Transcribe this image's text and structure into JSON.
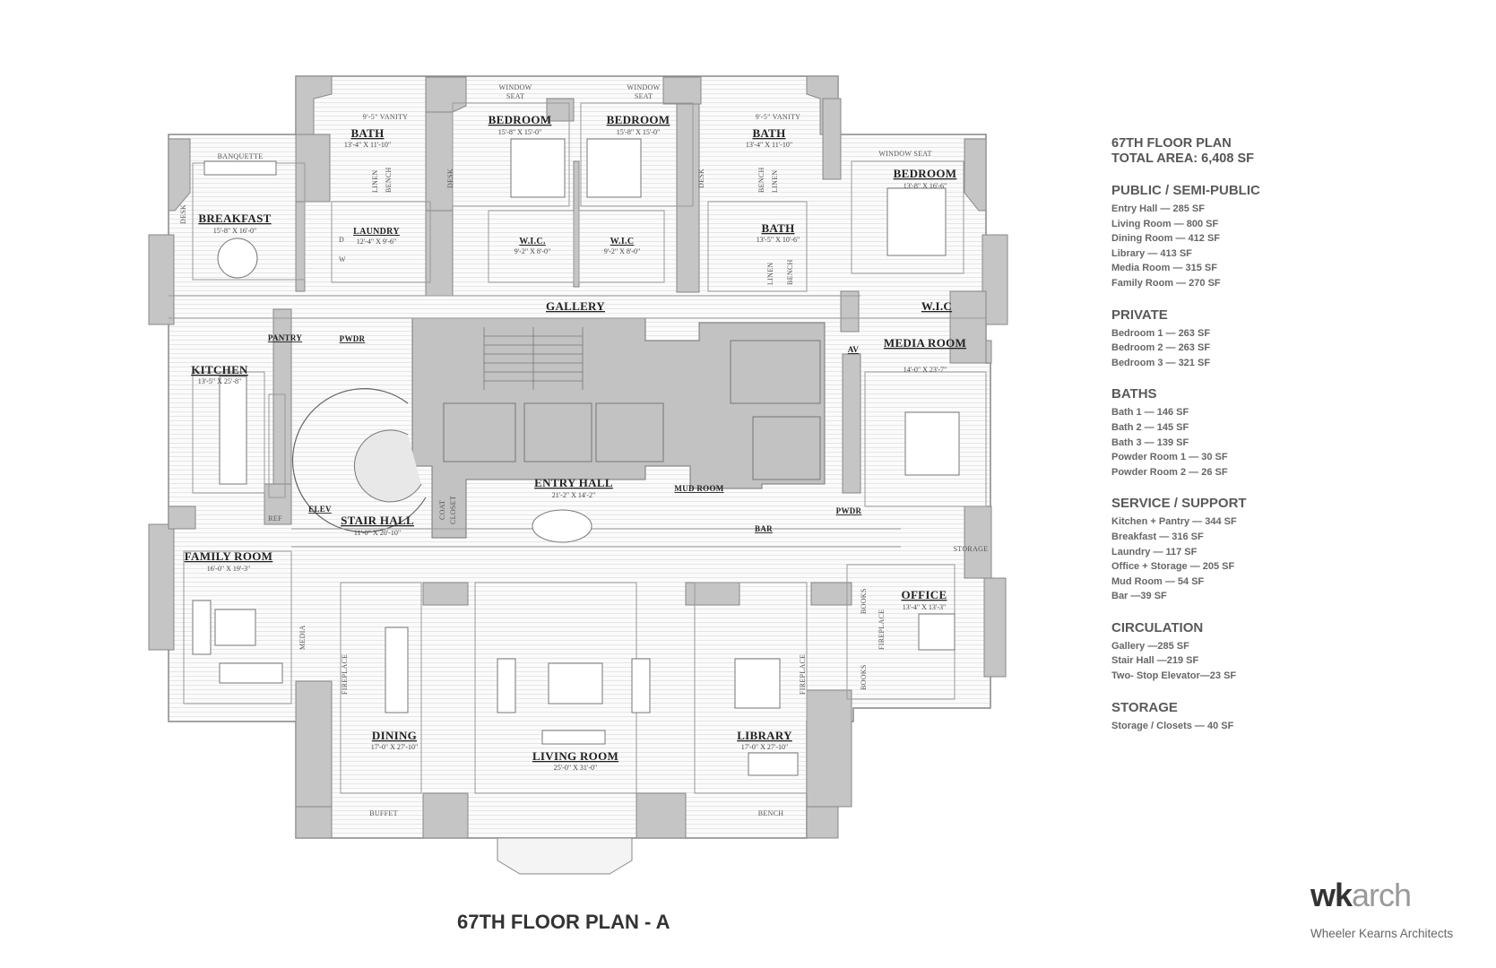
{
  "plan": {
    "rooms": [
      {
        "id": "breakfast",
        "name": "BREAKFAST",
        "dim": "15'-8\" X 16'-0\""
      },
      {
        "id": "bath1",
        "name": "BATH",
        "dim": "13'-4\" X 11'-10\""
      },
      {
        "id": "bedroom1",
        "name": "BEDROOM",
        "dim": "15'-8\" X 15'-0\""
      },
      {
        "id": "bedroom2",
        "name": "BEDROOM",
        "dim": "15'-8\" X 15'-0\""
      },
      {
        "id": "bath2",
        "name": "BATH",
        "dim": "13'-4\" X 11'-10\""
      },
      {
        "id": "bedroom3",
        "name": "BEDROOM",
        "dim": "13'-8\" X 16'-6\""
      },
      {
        "id": "laundry",
        "name": "LAUNDRY",
        "dim": "12'-4\" X 9'-6\""
      },
      {
        "id": "wic1",
        "name": "W.I.C.",
        "dim": "9'-2\" X 8'-0\""
      },
      {
        "id": "wic2",
        "name": "W.I.C",
        "dim": "9'-2\" X 8'-0\""
      },
      {
        "id": "bath3",
        "name": "BATH",
        "dim": "13'-5\" X 10'-6\""
      },
      {
        "id": "gallery",
        "name": "GALLERY",
        "dim": ""
      },
      {
        "id": "wic3",
        "name": "W.I.C",
        "dim": ""
      },
      {
        "id": "pantry",
        "name": "PANTRY",
        "dim": ""
      },
      {
        "id": "pwdr1",
        "name": "PWDR",
        "dim": ""
      },
      {
        "id": "kitchen",
        "name": "KITCHEN",
        "dim": "13'-5\" X 25'-8\""
      },
      {
        "id": "media",
        "name": "MEDIA ROOM",
        "dim": "14'-0\" X 23'-7\""
      },
      {
        "id": "av",
        "name": "AV",
        "dim": ""
      },
      {
        "id": "entry",
        "name": "ENTRY HALL",
        "dim": "21'-2\" X 14'-2\""
      },
      {
        "id": "stair",
        "name": "STAIR HALL",
        "dim": "11'-0\" X 20'-10\""
      },
      {
        "id": "elev",
        "name": "ELEV",
        "dim": ""
      },
      {
        "id": "mud",
        "name": "MUD ROOM",
        "dim": ""
      },
      {
        "id": "pwdr2",
        "name": "PWDR",
        "dim": ""
      },
      {
        "id": "bar",
        "name": "BAR",
        "dim": ""
      },
      {
        "id": "family",
        "name": "FAMILY ROOM",
        "dim": "16'-0\" X 19'-3\""
      },
      {
        "id": "office",
        "name": "OFFICE",
        "dim": "13'-4\" X 13'-3\""
      },
      {
        "id": "dining",
        "name": "DINING",
        "dim": "17'-0\" X 27'-10\""
      },
      {
        "id": "living",
        "name": "LIVING ROOM",
        "dim": "25'-0\" X 31'-0\""
      },
      {
        "id": "library",
        "name": "LIBRARY",
        "dim": "17'-0\" X 27'-10\""
      }
    ],
    "notes": {
      "banquette": "BANQUETTE",
      "desk": "DESK",
      "vanity": "9'-5\" VANITY",
      "window_seat": "WINDOW SEAT",
      "window": "WINDOW",
      "seat": "SEAT",
      "linen": "LINEN",
      "bench": "BENCH",
      "coat_closet": "COAT CLOSET",
      "closet": "CLOSET",
      "coat": "COAT",
      "storage": "STORAGE",
      "books": "BOOKS",
      "fireplace": "FIREPLACE",
      "media": "MEDIA",
      "buffet": "BUFFET",
      "ref": "REF",
      "d": "D",
      "w": "W"
    }
  },
  "legend": {
    "title_line1": "67TH FLOOR PLAN",
    "title_line2": "TOTAL AREA: 6,408 SF",
    "sections": [
      {
        "heading": "PUBLIC / SEMI-PUBLIC",
        "items": [
          "Entry Hall — 285 SF",
          "Living Room — 800 SF",
          "Dining Room — 412 SF",
          "Library — 413 SF",
          "Media Room — 315 SF",
          "Family Room — 270 SF"
        ]
      },
      {
        "heading": "PRIVATE",
        "items": [
          "Bedroom 1 — 263 SF",
          "Bedroom 2 — 263 SF",
          "Bedroom 3 — 321 SF"
        ]
      },
      {
        "heading": "BATHS",
        "items": [
          "Bath 1 — 146 SF",
          "Bath 2 — 145 SF",
          "Bath 3 — 139 SF",
          "Powder Room 1 — 30 SF",
          "Powder Room 2 — 26 SF"
        ]
      },
      {
        "heading": "SERVICE / SUPPORT",
        "items": [
          "Kitchen + Pantry — 344 SF",
          "Breakfast — 316 SF",
          "Laundry — 117 SF",
          "Office + Storage — 205 SF",
          "Mud Room — 54 SF",
          "Bar —39 SF"
        ]
      },
      {
        "heading": "CIRCULATION",
        "items": [
          "Gallery —285 SF",
          "Stair Hall —219 SF",
          "Two- Stop Elevator—23 SF"
        ]
      },
      {
        "heading": "STORAGE",
        "items": [
          "Storage / Closets — 40 SF"
        ]
      }
    ]
  },
  "sheet_title": "67TH FLOOR PLAN - A",
  "logo": {
    "wk": "wk",
    "arch": "arch"
  },
  "firm": "Wheeler Kearns Architects"
}
